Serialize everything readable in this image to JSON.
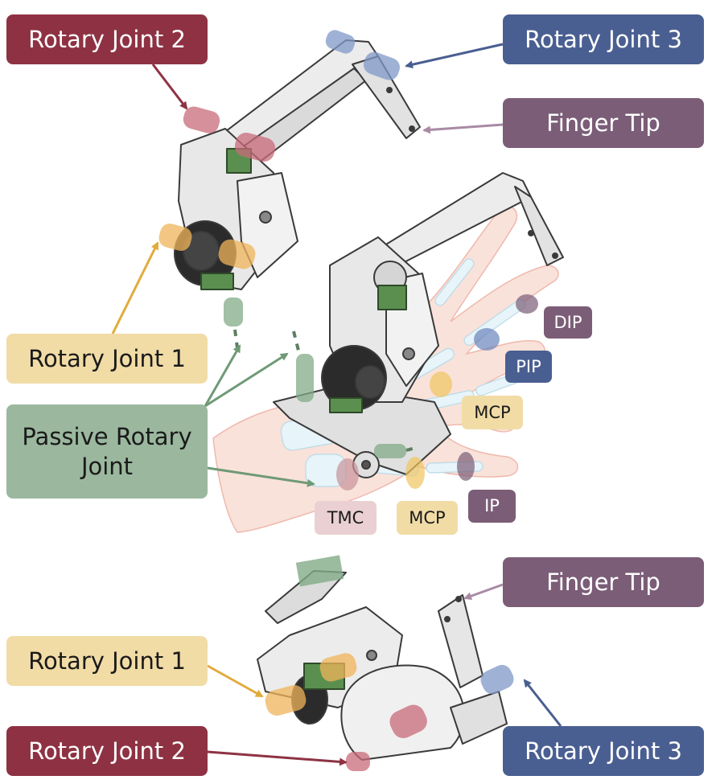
{
  "colors": {
    "rotary_joint_1": "#f1dca6",
    "rotary_joint_2": "#8e3243",
    "rotary_joint_3": "#4a5f91",
    "finger_tip": "#7b5d77",
    "passive_rotary_joint": "#9bb89f",
    "tmc": "#ead0d2",
    "mcp": "#f1dca6",
    "pip": "#4a5f91",
    "dip_ip": "#7b5d77",
    "device_metal": "#e6e6e6",
    "device_outline": "#3a3a3a",
    "hand_skin": "#f7dcd2",
    "hand_bone": "#e3f2f8"
  },
  "labels": {
    "rotary_joint_2_top": "Rotary Joint 2",
    "rotary_joint_3_top": "Rotary Joint 3",
    "finger_tip_top": "Finger Tip",
    "rotary_joint_1_top": "Rotary Joint 1",
    "passive_rotary_joint_line1": "Passive Rotary",
    "passive_rotary_joint_line2": "Joint",
    "dip": "DIP",
    "pip": "PIP",
    "mcp_finger": "MCP",
    "tmc": "TMC",
    "mcp_thumb": "MCP",
    "ip": "IP",
    "finger_tip_bottom": "Finger Tip",
    "rotary_joint_1_bottom": "Rotary Joint 1",
    "rotary_joint_2_bottom": "Rotary Joint 2",
    "rotary_joint_3_bottom": "Rotary Joint 3"
  }
}
